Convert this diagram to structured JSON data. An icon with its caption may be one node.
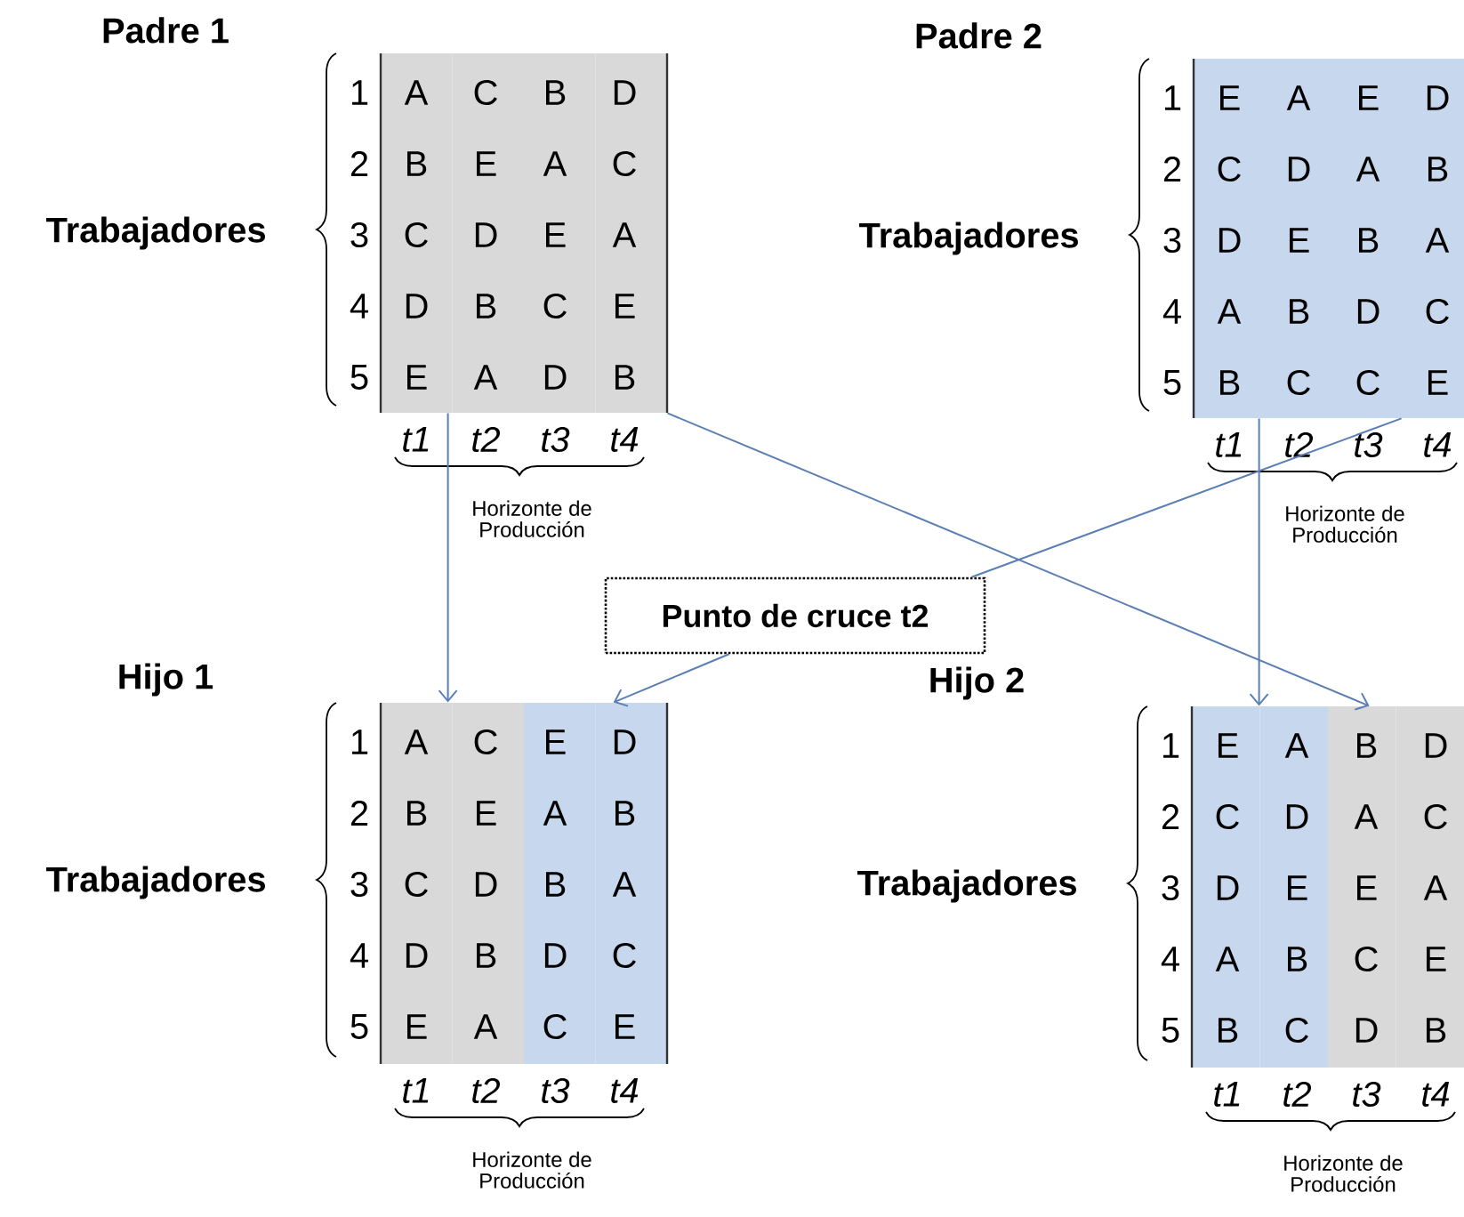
{
  "diagram": {
    "nodes": [
      {
        "text": [
          "Padre 1",
          "A",
          "C",
          "B",
          "D",
          "B",
          "E",
          "A",
          "C",
          "C",
          "D",
          "E",
          "A",
          "D",
          "B",
          "C",
          "E",
          "E",
          "A",
          "D",
          "B"
        ]
      },
      {
        "text": [
          "Padre 2",
          "E",
          "A",
          "E",
          "D",
          "C",
          "D",
          "A",
          "B",
          "D",
          "E",
          "B",
          "A",
          "A",
          "B",
          "D",
          "C",
          "B",
          "C",
          "C",
          "E"
        ]
      },
      {
        "text": [
          "Punto de cruce t2"
        ]
      },
      {
        "text": [
          "Hijo 1",
          "A",
          "C",
          "E",
          "D",
          "B",
          "E",
          "A",
          "B",
          "C",
          "D",
          "B",
          "A",
          "D",
          "B",
          "D",
          "C",
          "E",
          "A",
          "C",
          "E"
        ]
      },
      {
        "text": [
          "Hijo 2",
          "E",
          "A",
          "B",
          "D",
          "C",
          "D",
          "A",
          "C",
          "D",
          "E",
          "E",
          "A",
          "A",
          "B",
          "C",
          "E",
          "B",
          "C",
          "D",
          "B"
        ]
      }
    ],
    "edges": [
      {
        "from": 0,
        "to": 3,
        "arrow": "to"
      },
      {
        "from": 0,
        "to": 4,
        "arrow": "to"
      },
      {
        "from": 1,
        "to": 2,
        "arrow": "none"
      },
      {
        "from": 2,
        "to": 3,
        "arrow": "to"
      },
      {
        "from": 1,
        "to": 4,
        "arrow": "to"
      }
    ],
    "labels": [
      "Trabajadores",
      "1",
      "2",
      "3",
      "4",
      "5",
      "t1",
      "t2",
      "t3",
      "t4",
      "Horizonte de Producción",
      "Trabajadores",
      "1",
      "2",
      "3",
      "4",
      "5",
      "t1",
      "t2",
      "t3",
      "t4",
      "Horizonte de Producción",
      "Trabajadores",
      "1",
      "2",
      "3",
      "4",
      "5",
      "t1",
      "t2",
      "t3",
      "t4",
      "Horizonte de Producción",
      "Trabajadores",
      "1",
      "2",
      "3",
      "4",
      "5",
      "t1",
      "t2",
      "t3",
      "t4",
      "Horizonte de Producción"
    ]
  }
}
